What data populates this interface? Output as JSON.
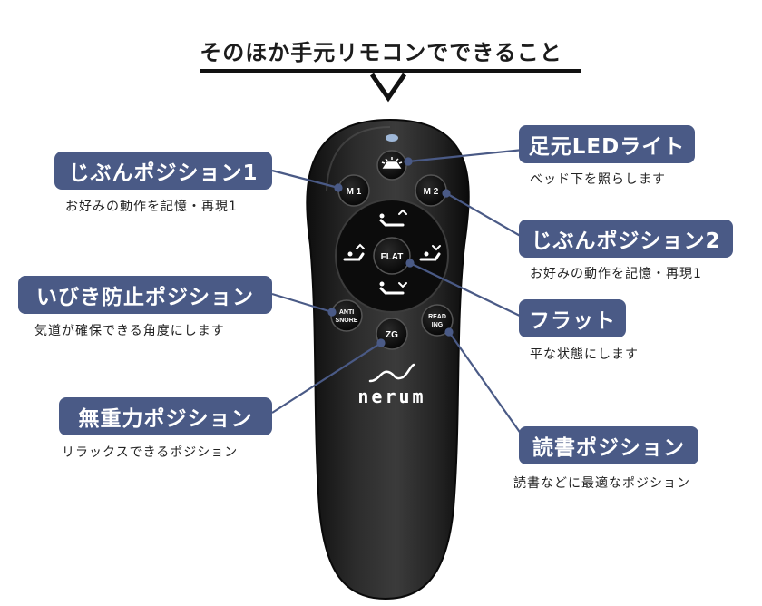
{
  "header": {
    "title": "そのほか手元リモコンでできること"
  },
  "remote": {
    "brand": "nerum",
    "buttons": {
      "m1": "M 1",
      "m2": "M 2",
      "flat": "FLAT",
      "anti_snore_line1": "ANTI",
      "anti_snore_line2": "SNORE",
      "zg": "ZG",
      "reading_line1": "READ",
      "reading_line2": "ING"
    }
  },
  "callouts": {
    "light": {
      "title": "足元LEDライト",
      "desc": "ベッド下を照らします"
    },
    "m1": {
      "title": "じぶんポジション1",
      "desc": "お好みの動作を記憶・再現1"
    },
    "m2": {
      "title": "じぶんポジション2",
      "desc": "お好みの動作を記憶・再現1"
    },
    "anti_snore": {
      "title": "いびき防止ポジション",
      "desc": "気道が確保できる角度にします"
    },
    "flat": {
      "title": "フラット",
      "desc": "平な状態にします"
    },
    "zero_gravity": {
      "title": "無重力ポジション",
      "desc": "リラックスできるポジション"
    },
    "reading": {
      "title": "読書ポジション",
      "desc": "読書などに最適なポジション"
    }
  },
  "colors": {
    "label_bg": "#4a5a86",
    "leader_line": "#4a5a86",
    "remote_body": "#232323"
  }
}
